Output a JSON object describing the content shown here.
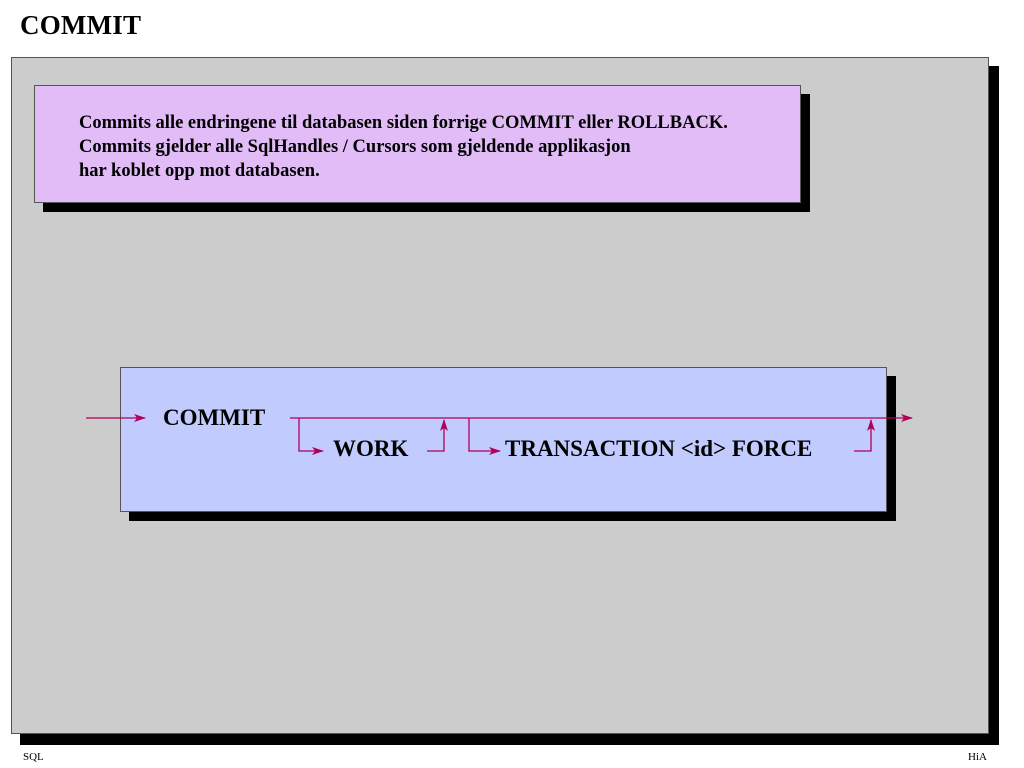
{
  "page": {
    "title": "COMMIT"
  },
  "note": {
    "lines": [
      "Commits alle endringene til databasen siden forrige COMMIT eller ROLLBACK.",
      "Commits gjelder alle SqlHandles / Cursors som gjeldende applikasjon",
      "har koblet opp mot databasen."
    ],
    "color": "#e2bcf7"
  },
  "syntax": {
    "keyword_commit": "COMMIT",
    "keyword_work": "WORK",
    "keyword_transaction": "TRANSACTION <id> FORCE",
    "box_color": "#c1cbfd",
    "line_color": "#b0005a"
  },
  "footer": {
    "left": "SQL",
    "right": "HiA"
  }
}
